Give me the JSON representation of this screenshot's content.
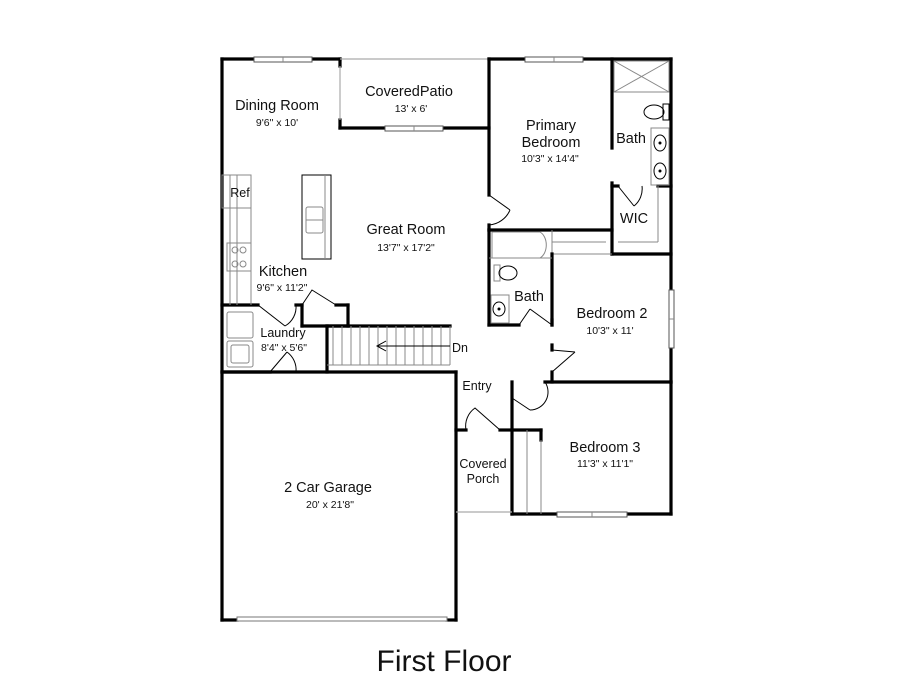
{
  "floor_title": "First Floor",
  "rooms": [
    {
      "name": "Dining Room",
      "dims": "9'6\" x 10'"
    },
    {
      "name": "CoveredPatio",
      "dims": "13' x 6'"
    },
    {
      "name": "Primary Bedroom",
      "name_line1": "Primary",
      "name_line2": "Bedroom",
      "dims": "10'3\" x 14'4\""
    },
    {
      "name": "Bath",
      "dims": ""
    },
    {
      "name": "WIC",
      "dims": ""
    },
    {
      "name": "Great Room",
      "dims": "13'7\" x 17'2\""
    },
    {
      "name": "Kitchen",
      "dims": "9'6\" x 11'2\""
    },
    {
      "name": "Bath",
      "dims": ""
    },
    {
      "name": "Bedroom 2",
      "dims": "10'3\" x 11'"
    },
    {
      "name": "Laundry",
      "dims": "8'4\" x 5'6\""
    },
    {
      "name": "Entry",
      "dims": ""
    },
    {
      "name": "Bedroom 3",
      "dims": "11'3\" x 11'1\""
    },
    {
      "name": "Covered Porch",
      "name_line1": "Covered",
      "name_line2": "Porch",
      "dims": ""
    },
    {
      "name": "2 Car Garage",
      "dims": "20' x 21'8\""
    }
  ],
  "fixtures": {
    "ref_label": "Ref",
    "stairs_label": "Dn"
  },
  "colors": {
    "wall": "#000000",
    "background": "#ffffff",
    "fixture_line": "#888888"
  }
}
